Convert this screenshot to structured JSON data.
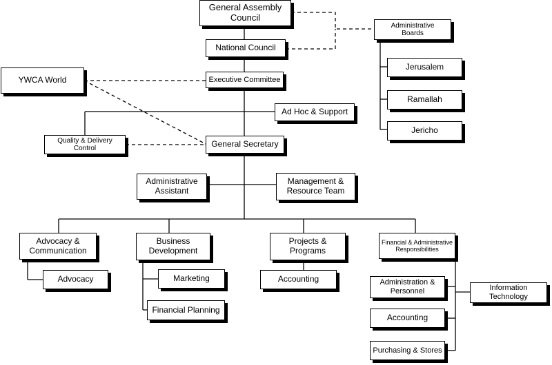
{
  "org_chart": {
    "general_assembly": "General Assembly\nCouncil",
    "administrative_boards": "Administrative\nBoards",
    "national_council": "National Council",
    "jerusalem": "Jerusalem",
    "ywca_world": "YWCA World",
    "executive_committee": "Executive Committee",
    "ramallah": "Ramallah",
    "ad_hoc_support": "Ad Hoc & Support",
    "jericho": "Jericho",
    "quality_delivery": "Quality & Delivery\nControl",
    "general_secretary": "General Secretary",
    "administrative_assistant": "Administrative\nAssistant",
    "management_resource": "Management &\nResource Team",
    "advocacy_communication": "Advocacy &\nCommunication",
    "business_development": "Business\nDevelopment",
    "projects_programs": "Projects &\nPrograms",
    "financial_admin": "Financial & Administrative\nResponsibilities",
    "advocacy": "Advocacy",
    "marketing": "Marketing",
    "accounting_projects": "Accounting",
    "administration_personnel": "Administration &\nPersonnel",
    "information_technology": "Information\nTechnology",
    "financial_planning": "Financial Planning",
    "accounting_finance": "Accounting",
    "purchasing_stores": "Purchasing & Stores"
  }
}
